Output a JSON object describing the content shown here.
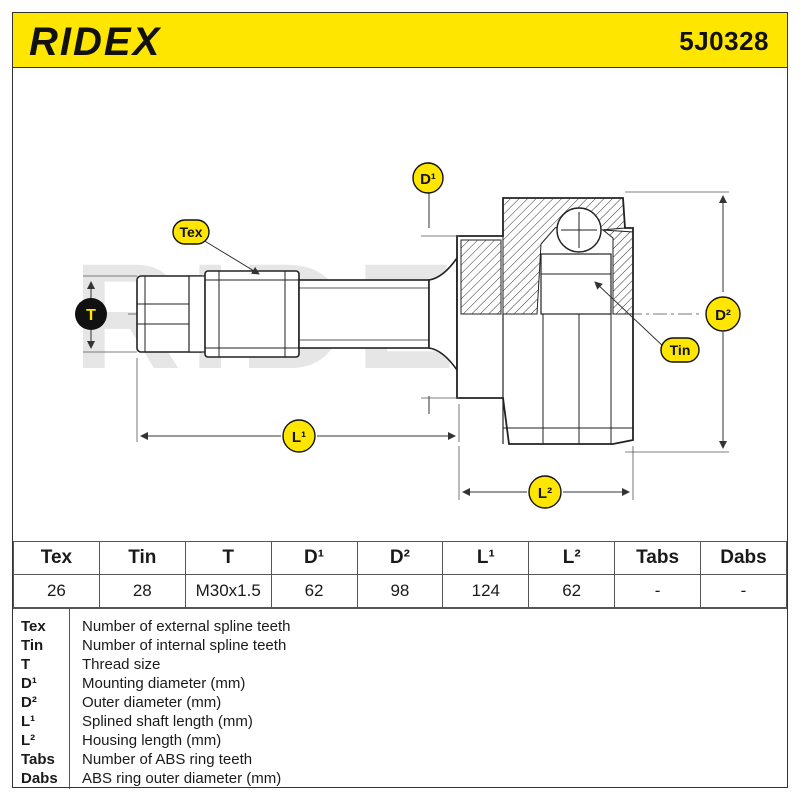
{
  "brand": {
    "logo_text": "RIDEX",
    "part_number": "5J0328",
    "accent_color": "#ffe600"
  },
  "drawing": {
    "watermark": "RIDEX",
    "labels": {
      "tex": "Tex",
      "tin": "Tin",
      "t": "T",
      "d1": "D¹",
      "d2": "D²",
      "l1": "L¹",
      "l2": "L²"
    }
  },
  "table": {
    "headers": [
      "Tex",
      "Tin",
      "T",
      "D¹",
      "D²",
      "L¹",
      "L²",
      "Tabs",
      "Dabs"
    ],
    "values": [
      "26",
      "28",
      "M30x1.5",
      "62",
      "98",
      "124",
      "62",
      "-",
      "-"
    ]
  },
  "legend": [
    {
      "key": "Tex",
      "desc": "Number of external spline teeth"
    },
    {
      "key": "Tin",
      "desc": "Number of internal spline teeth"
    },
    {
      "key": "T",
      "desc": "Thread size"
    },
    {
      "key": "D¹",
      "desc": "Mounting diameter (mm)"
    },
    {
      "key": "D²",
      "desc": "Outer diameter (mm)"
    },
    {
      "key": "L¹",
      "desc": "Splined shaft length (mm)"
    },
    {
      "key": "L²",
      "desc": "Housing length (mm)"
    },
    {
      "key": "Tabs",
      "desc": "Number of ABS ring teeth"
    },
    {
      "key": "Dabs",
      "desc": "ABS ring outer diameter (mm)"
    }
  ]
}
